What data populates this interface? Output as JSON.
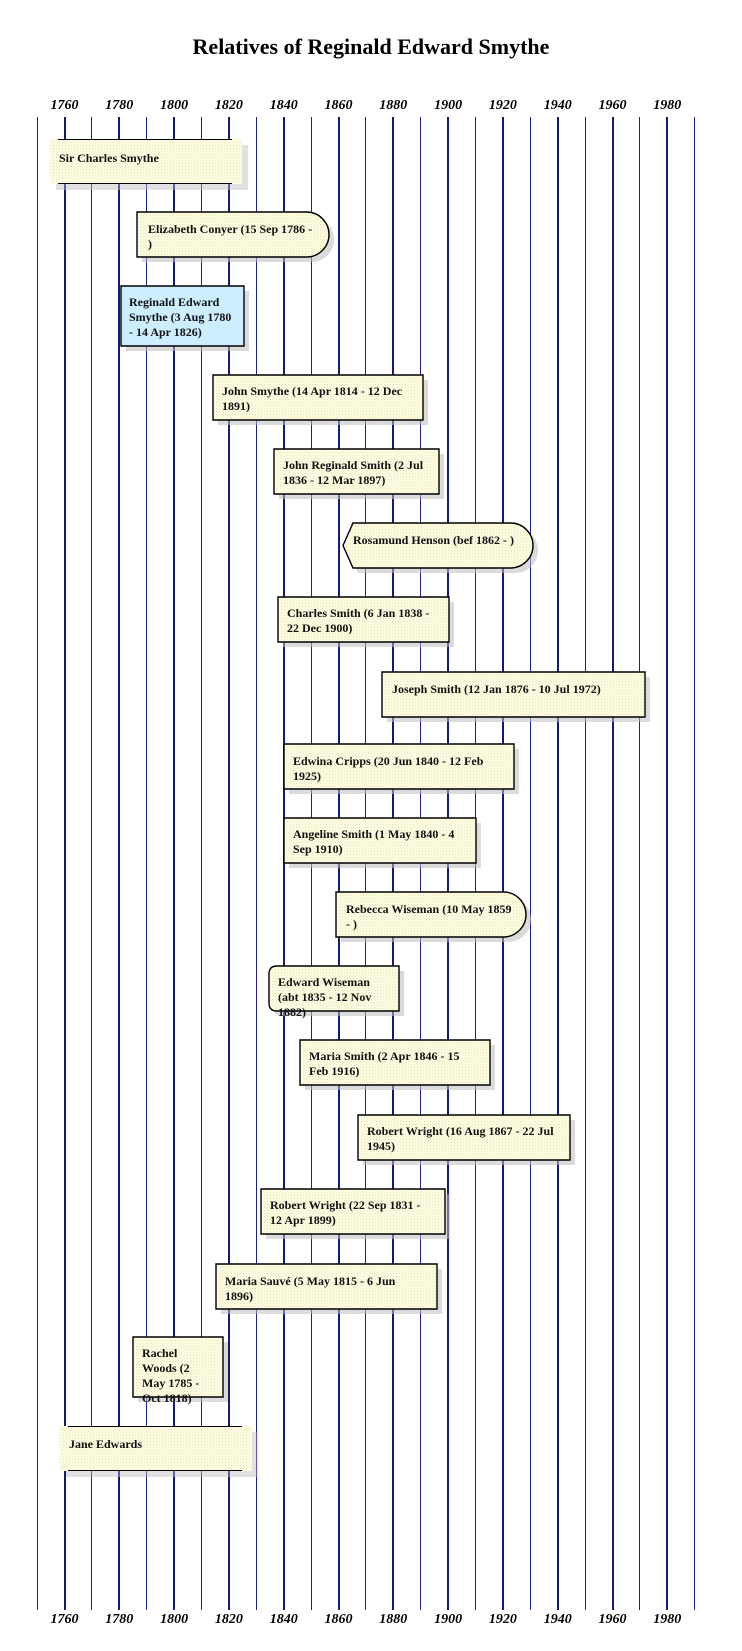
{
  "title": "Relatives of Reginald Edward Smythe",
  "axis": {
    "ticks": [
      "1760",
      "1780",
      "1800",
      "1820",
      "1840",
      "1860",
      "1880",
      "1900",
      "1920",
      "1940",
      "1960",
      "1980"
    ]
  },
  "colors": {
    "grid": "#1d1f8a",
    "box_fill": "#ffffe6",
    "box_fill_dot": "#e6e2b8",
    "highlight_fill": "#cdeeff",
    "shadow": "#bdbdbd"
  },
  "people": [
    {
      "label": "Sir Charles Smythe",
      "shape": "open"
    },
    {
      "label": "Elizabeth Conyer (15 Sep 1786 - )",
      "shape": "rect-round-right"
    },
    {
      "label": "Reginald Edward Smythe (3 Aug 1780 - 14 Apr 1826)",
      "shape": "rect",
      "highlight": true
    },
    {
      "label": "John Smythe (14 Apr 1814 - 12 Dec 1891)",
      "shape": "rect"
    },
    {
      "label": "John Reginald Smith (2 Jul 1836 - 12 Mar 1897)",
      "shape": "rect"
    },
    {
      "label": "Rosamund Henson (bef 1862 - )",
      "shape": "chevron-round"
    },
    {
      "label": "Charles Smith (6 Jan 1838 - 22 Dec 1900)",
      "shape": "rect"
    },
    {
      "label": "Joseph Smith (12 Jan 1876 - 10 Jul 1972)",
      "shape": "rect"
    },
    {
      "label": "Edwina Cripps (20 Jun 1840 - 12 Feb 1925)",
      "shape": "rect"
    },
    {
      "label": "Angeline Smith (1 May 1840 - 4 Sep 1910)",
      "shape": "rect"
    },
    {
      "label": "Rebecca Wiseman (10 May 1859 - )",
      "shape": "rect-round-right"
    },
    {
      "label": "Edward Wiseman (abt 1835 - 12 Nov 1882)",
      "shape": "rect-round-left"
    },
    {
      "label": "Maria Smith (2 Apr 1846 - 15 Feb 1916)",
      "shape": "rect"
    },
    {
      "label": "Robert Wright (16 Aug 1867 - 22 Jul 1945)",
      "shape": "rect"
    },
    {
      "label": "Robert Wright (22 Sep 1831 - 12 Apr 1899)",
      "shape": "rect"
    },
    {
      "label": "Maria Sauvé (5 May 1815 - 6 Jun 1896)",
      "shape": "rect"
    },
    {
      "label": "Rachel Woods (2 May 1785 - Oct 1818)",
      "shape": "rect"
    },
    {
      "label": "Jane Edwards",
      "shape": "open"
    }
  ]
}
